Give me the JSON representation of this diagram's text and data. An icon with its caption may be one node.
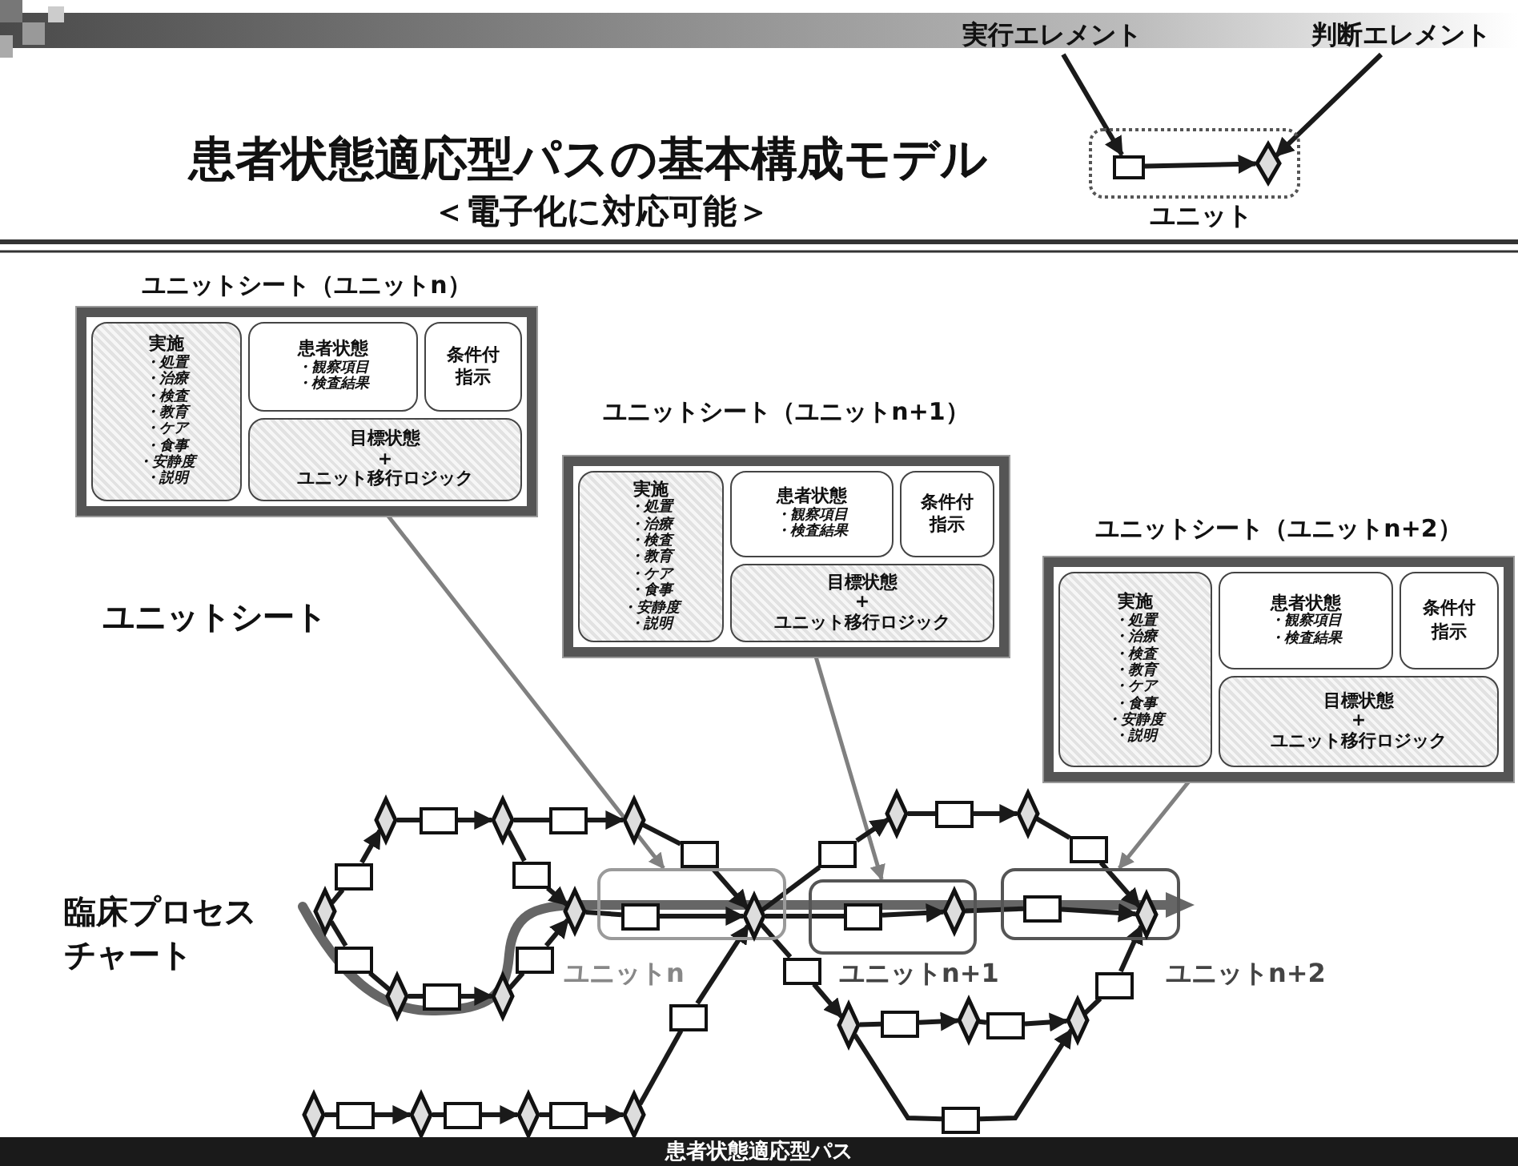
{
  "diagram": {
    "title": "患者状態適応型パスの基本構成モデル",
    "nodes": [
      {
        "text": [],
        "shape": "box",
        "beside": [
          "ユニット"
        ]
      },
      {
        "text": [],
        "shape": "box",
        "in": 0
      },
      {
        "text": [],
        "shape": "diamond",
        "in": 0
      },
      {
        "text": [
          "実行エレメント"
        ]
      },
      {
        "text": [
          "判断エレメント"
        ]
      },
      {
        "text": [
          "ユニットシート（ユニットn）"
        ]
      },
      {
        "text": [
          "実施",
          "・処置",
          "・治療",
          "・検査",
          "・教育",
          "・ケア",
          "・食事",
          "・安静度",
          "・説明"
        ],
        "in": 5
      },
      {
        "text": [
          "患者状態",
          "・観察項目",
          "・検査結果"
        ],
        "in": 5
      },
      {
        "text": [
          "条件付指示"
        ],
        "in": 5
      },
      {
        "text": [
          "目標状態",
          "+",
          "ユニット移行ロジック"
        ],
        "in": 5
      },
      {
        "text": [
          "ユニットシート（ユニットn+1）"
        ]
      },
      {
        "text": [
          "実施",
          "・処置",
          "・治療",
          "・検査",
          "・教育",
          "・ケア",
          "・食事",
          "・安静度",
          "・説明"
        ],
        "in": 10
      },
      {
        "text": [
          "患者状態",
          "・観察項目",
          "・検査結果"
        ],
        "in": 10
      },
      {
        "text": [
          "条件付指示"
        ],
        "in": 10
      },
      {
        "text": [
          "目標状態",
          "+",
          "ユニット移行ロジック"
        ],
        "in": 10
      },
      {
        "text": [
          "ユニットシート（ユニットn+2）"
        ]
      },
      {
        "text": [
          "実施",
          "・処置",
          "・治療",
          "・検査",
          "・教育",
          "・ケア",
          "・食事",
          "・安静度",
          "・説明"
        ],
        "in": 15
      },
      {
        "text": [
          "患者状態",
          "・観察項目",
          "・検査結果"
        ],
        "in": 15
      },
      {
        "text": [
          "条件付指示"
        ],
        "in": 15
      },
      {
        "text": [
          "目標状態",
          "+",
          "ユニット移行ロジック"
        ],
        "in": 15
      },
      {
        "text": [],
        "shape": "box",
        "beside": [
          "ユニットn"
        ]
      },
      {
        "text": [],
        "shape": "box",
        "in": 20
      },
      {
        "text": [],
        "shape": "diamond",
        "in": 20
      },
      {
        "text": [],
        "shape": "box",
        "beside": [
          "ユニットn+1"
        ]
      },
      {
        "text": [],
        "shape": "box",
        "in": 23
      },
      {
        "text": [],
        "shape": "diamond",
        "in": 23
      },
      {
        "text": [],
        "shape": "box",
        "beside": [
          "ユニットn+2"
        ]
      },
      {
        "text": [],
        "shape": "box",
        "in": 26
      },
      {
        "text": [],
        "shape": "diamond",
        "in": 26
      },
      {
        "text": [],
        "shape": "diamond"
      },
      {
        "text": [],
        "shape": "box"
      },
      {
        "text": [],
        "shape": "diamond"
      },
      {
        "text": [],
        "shape": "box"
      },
      {
        "text": [],
        "shape": "diamond"
      },
      {
        "text": [],
        "shape": "box"
      },
      {
        "text": [],
        "shape": "box"
      },
      {
        "text": [],
        "shape": "diamond"
      },
      {
        "text": [],
        "shape": "box"
      },
      {
        "text": [],
        "shape": "diamond"
      },
      {
        "text": [],
        "shape": "box"
      },
      {
        "text": [],
        "shape": "box"
      },
      {
        "text": [],
        "shape": "box"
      },
      {
        "text": [],
        "shape": "diamond"
      },
      {
        "text": [],
        "shape": "diamond"
      },
      {
        "text": [],
        "shape": "box"
      },
      {
        "text": [],
        "shape": "box"
      },
      {
        "text": [],
        "shape": "box"
      },
      {
        "text": [],
        "shape": "box"
      },
      {
        "text": [],
        "shape": "diamond"
      },
      {
        "text": [],
        "shape": "box"
      },
      {
        "text": [],
        "shape": "diamond"
      },
      {
        "text": [],
        "shape": "box"
      },
      {
        "text": [],
        "shape": "diamond"
      },
      {
        "text": [],
        "shape": "box"
      },
      {
        "text": [],
        "shape": "diamond"
      },
      {
        "text": [],
        "shape": "box"
      },
      {
        "text": [],
        "shape": "diamond"
      },
      {
        "text": [],
        "shape": "diamond"
      },
      {
        "text": [],
        "shape": "box"
      },
      {
        "text": [],
        "shape": "diamond"
      },
      {
        "text": [],
        "shape": "box"
      },
      {
        "text": [],
        "shape": "diamond"
      },
      {
        "text": [],
        "shape": "box"
      },
      {
        "text": [],
        "shape": "diamond"
      },
      {
        "text": [],
        "shape": "box"
      }
    ],
    "edges": [
      {
        "from": 1,
        "to": 2,
        "arrow": "to"
      },
      {
        "from": 3,
        "to": 1,
        "arrow": "to"
      },
      {
        "from": 4,
        "to": 2,
        "arrow": "to"
      },
      {
        "from": 5,
        "to": 20,
        "arrow": "to",
        "color": "#808080"
      },
      {
        "from": 10,
        "to": 23,
        "arrow": "to",
        "color": "#808080"
      },
      {
        "from": 15,
        "to": 26,
        "arrow": "to",
        "color": "#808080"
      },
      {
        "from": 42,
        "to": 40,
        "arrow": "none"
      },
      {
        "from": 40,
        "to": 29,
        "arrow": "to"
      },
      {
        "from": 29,
        "to": 30,
        "arrow": "none"
      },
      {
        "from": 30,
        "to": 31,
        "arrow": "to"
      },
      {
        "from": 31,
        "to": 32,
        "arrow": "none"
      },
      {
        "from": 32,
        "to": 33,
        "arrow": "to"
      },
      {
        "from": 31,
        "to": 41,
        "arrow": "none"
      },
      {
        "from": 41,
        "to": 43,
        "arrow": "to"
      },
      {
        "from": 43,
        "to": 21,
        "arrow": "none"
      },
      {
        "from": 21,
        "to": 22,
        "arrow": "to"
      },
      {
        "from": 33,
        "to": 34,
        "arrow": "none"
      },
      {
        "from": 34,
        "to": 22,
        "arrow": "to"
      },
      {
        "from": 42,
        "to": 44,
        "arrow": "none"
      },
      {
        "from": 44,
        "to": 48,
        "arrow": "none"
      },
      {
        "from": 48,
        "to": 49,
        "arrow": "none"
      },
      {
        "from": 49,
        "to": 50,
        "arrow": "to"
      },
      {
        "from": 50,
        "to": 45,
        "arrow": "none"
      },
      {
        "from": 45,
        "to": 43,
        "arrow": "to"
      },
      {
        "from": 57,
        "to": 58,
        "arrow": "none"
      },
      {
        "from": 58,
        "to": 59,
        "arrow": "to"
      },
      {
        "from": 59,
        "to": 60,
        "arrow": "none"
      },
      {
        "from": 60,
        "to": 61,
        "arrow": "to"
      },
      {
        "from": 61,
        "to": 62,
        "arrow": "none"
      },
      {
        "from": 62,
        "to": 63,
        "arrow": "to"
      },
      {
        "from": 63,
        "to": 51,
        "arrow": "none"
      },
      {
        "from": 51,
        "to": 22,
        "arrow": "to"
      },
      {
        "from": 22,
        "to": 35,
        "arrow": "none"
      },
      {
        "from": 35,
        "to": 36,
        "arrow": "to"
      },
      {
        "from": 36,
        "to": 37,
        "arrow": "none"
      },
      {
        "from": 37,
        "to": 38,
        "arrow": "to"
      },
      {
        "from": 38,
        "to": 39,
        "arrow": "none"
      },
      {
        "from": 39,
        "to": 28,
        "arrow": "to"
      },
      {
        "from": 22,
        "to": 24,
        "arrow": "none"
      },
      {
        "from": 24,
        "to": 25,
        "arrow": "to"
      },
      {
        "from": 25,
        "to": 27,
        "arrow": "none"
      },
      {
        "from": 27,
        "to": 28,
        "arrow": "to"
      },
      {
        "from": 22,
        "to": 46,
        "arrow": "none"
      },
      {
        "from": 46,
        "to": 52,
        "arrow": "to"
      },
      {
        "from": 52,
        "to": 53,
        "arrow": "none"
      },
      {
        "from": 53,
        "to": 54,
        "arrow": "to"
      },
      {
        "from": 54,
        "to": 55,
        "arrow": "none"
      },
      {
        "from": 55,
        "to": 56,
        "arrow": "to"
      },
      {
        "from": 56,
        "to": 47,
        "arrow": "none"
      },
      {
        "from": 47,
        "to": 28,
        "arrow": "to"
      },
      {
        "from": 52,
        "to": 64,
        "arrow": "none"
      },
      {
        "from": 64,
        "to": 56,
        "arrow": "to"
      }
    ],
    "labels": [
      "＜電子化に対応可能＞",
      "ユニットシート",
      "臨床プロセスチャート",
      "患者状態適応型パス"
    ]
  }
}
